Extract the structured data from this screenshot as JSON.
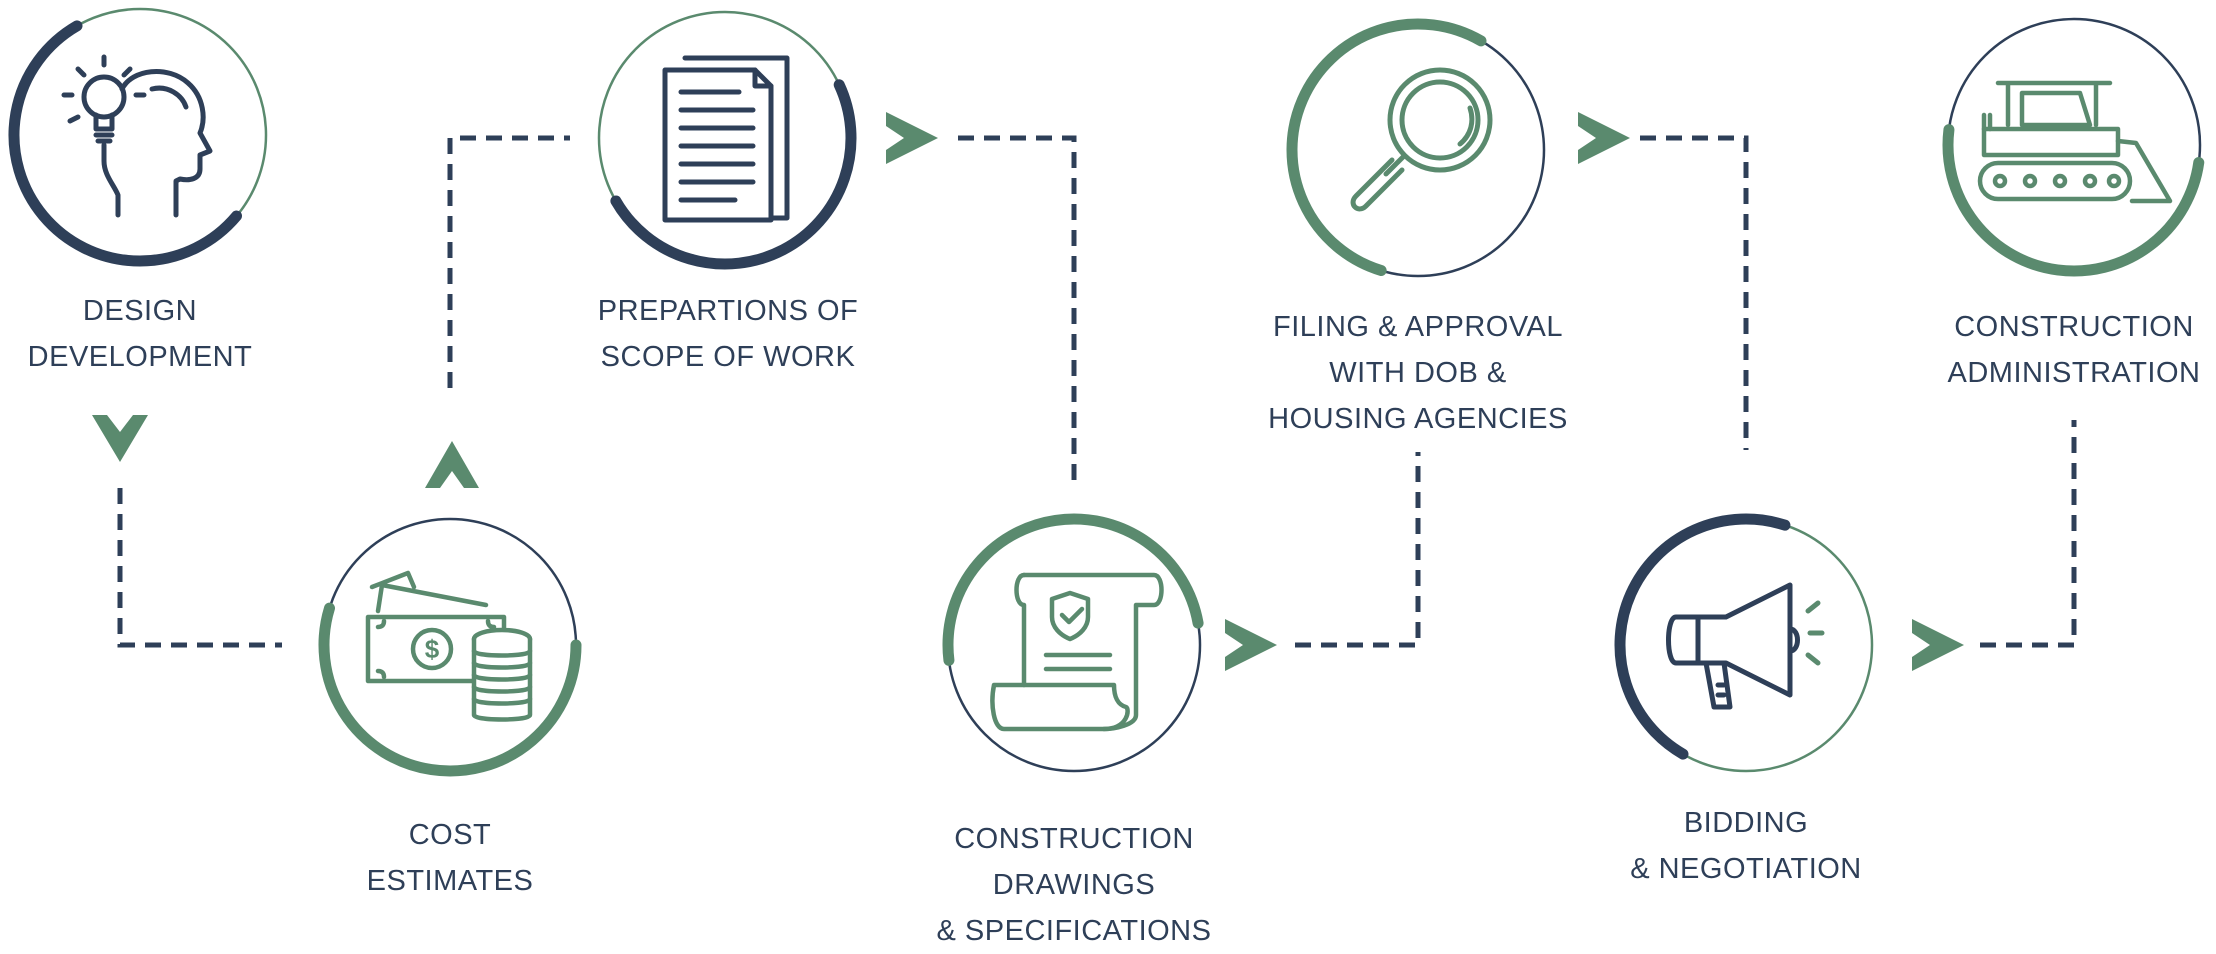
{
  "colors": {
    "navy": "#2e3f58",
    "green": "#5a8a6e",
    "white": "#ffffff"
  },
  "steps": [
    {
      "icon": "head-lightbulb-icon",
      "lines": [
        "DESIGN",
        "DEVELOPMENT"
      ]
    },
    {
      "icon": "money-coins-icon",
      "lines": [
        "COST",
        "ESTIMATES"
      ]
    },
    {
      "icon": "document-pages-icon",
      "lines": [
        "PREPARTIONS OF",
        "SCOPE OF WORK"
      ]
    },
    {
      "icon": "certificate-scroll-icon",
      "lines": [
        "CONSTRUCTION",
        "DRAWINGS",
        "& SPECIFICATIONS"
      ]
    },
    {
      "icon": "magnifying-glass-icon",
      "lines": [
        "FILING & APPROVAL",
        "WITH DOB &",
        "HOUSING AGENCIES"
      ]
    },
    {
      "icon": "megaphone-icon",
      "lines": [
        "BIDDING",
        "& NEGOTIATION"
      ]
    },
    {
      "icon": "bulldozer-icon",
      "lines": [
        "CONSTRUCTION",
        "ADMINISTRATION"
      ]
    }
  ]
}
